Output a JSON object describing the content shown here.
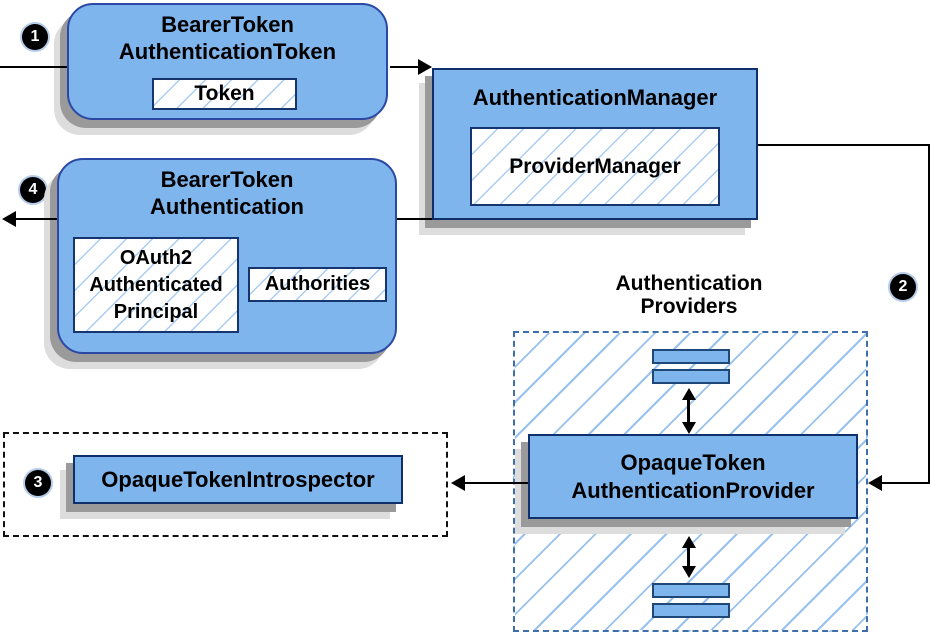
{
  "diagram": {
    "badges": {
      "step1": "1",
      "step2": "2",
      "step3": "3",
      "step4": "4"
    },
    "nodes": {
      "bearer_token_authentication_token": {
        "title_line1": "BearerToken",
        "title_line2": "AuthenticationToken",
        "inner_token": "Token"
      },
      "authentication_manager": {
        "title": "AuthenticationManager",
        "inner_provider_manager": "ProviderManager"
      },
      "bearer_token_authentication": {
        "title_line1": "BearerToken",
        "title_line2": "Authentication",
        "principal_line1": "OAuth2",
        "principal_line2": "Authenticated",
        "principal_line3": "Principal",
        "authorities": "Authorities"
      },
      "opaque_token_introspector": {
        "label": "OpaqueTokenIntrospector"
      },
      "opaque_token_authentication_provider": {
        "title_line1": "OpaqueToken",
        "title_line2": "AuthenticationProvider"
      },
      "authentication_providers_group": {
        "title_line1": "Authentication",
        "title_line2": "Providers"
      }
    },
    "colors": {
      "node_fill": "#7FB5ED",
      "node_border": "#10306B",
      "rounded_border": "#2B49A4",
      "inner_border": "#16356E",
      "bar_border": "#1E4878",
      "hatch_line": "#A9CCF3",
      "container_hatch_line": "#97C1EF",
      "providers_border": "#3E6FA8",
      "introspector_border": "#111111",
      "shadow_dark": "#9A9A9A",
      "shadow_light": "#DDDDDD",
      "arrow": "#000000",
      "badge_bg": "#000000",
      "badge_text": "#FFFFFF"
    }
  }
}
